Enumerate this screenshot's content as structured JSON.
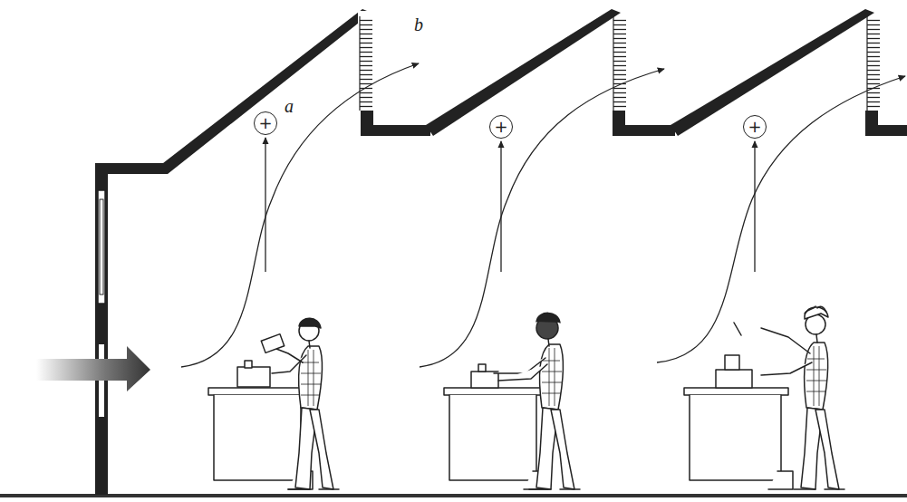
{
  "diagram": {
    "nodes": [
      {
        "text": [
          "+"
        ]
      },
      {
        "text": [
          "+"
        ]
      },
      {
        "text": [
          "+"
        ]
      }
    ],
    "labels": [
      "a",
      "b"
    ]
  }
}
